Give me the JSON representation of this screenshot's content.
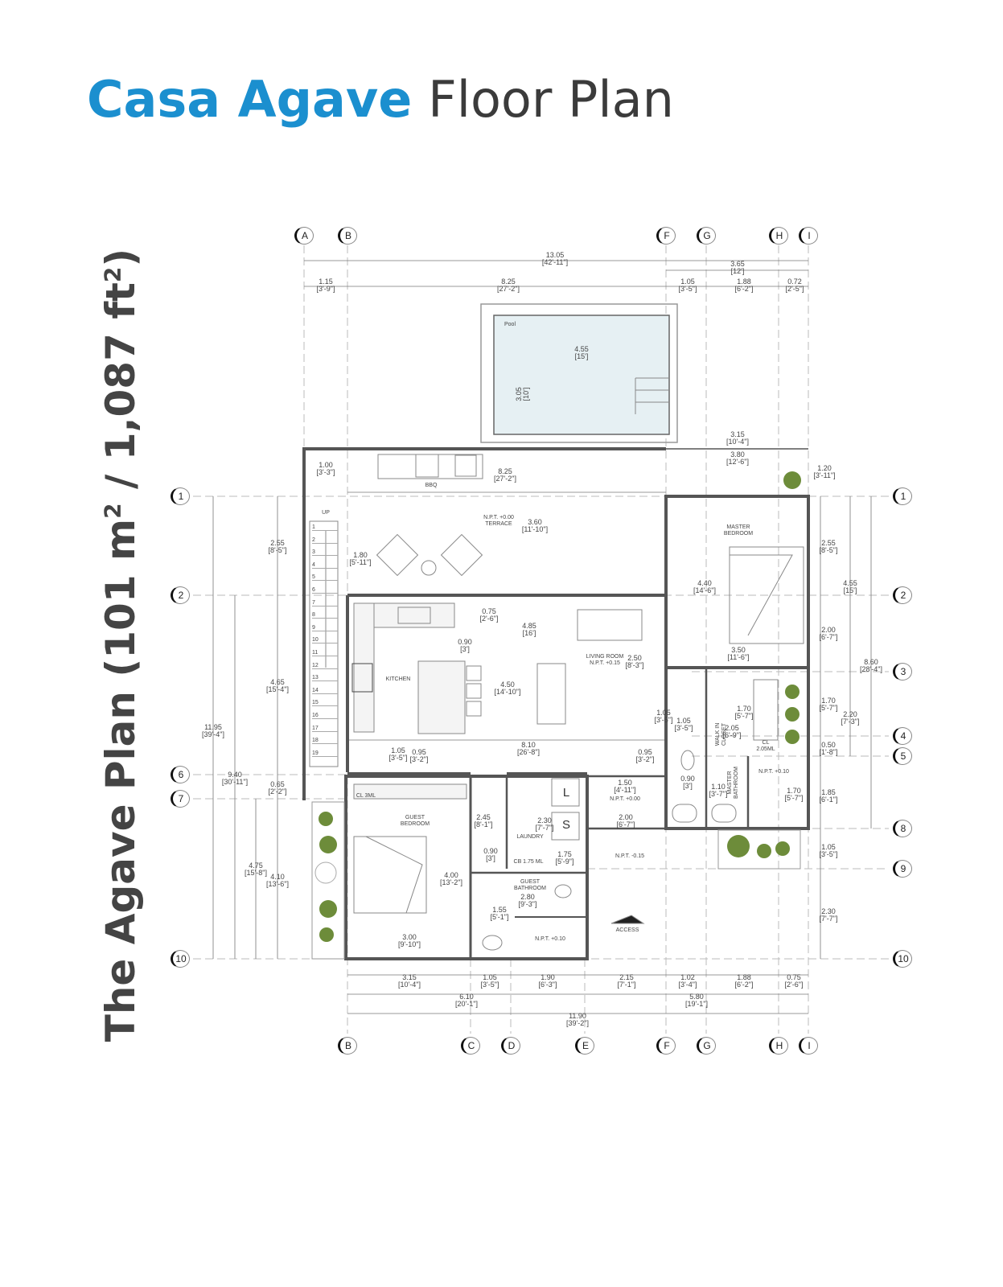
{
  "title": {
    "brand": "Casa Agave",
    "rest": "Floor Plan"
  },
  "side_title": {
    "text": "The Agave Plan (101 m",
    "sq": "2",
    "mid": " / 1,087  ft",
    "sq2": "2",
    "end": ")"
  },
  "grid": {
    "top": [
      "A",
      "B",
      "F",
      "G",
      "H",
      "I"
    ],
    "bottom": [
      "B",
      "C",
      "D",
      "E",
      "F",
      "G",
      "H",
      "I"
    ],
    "left": [
      "1",
      "2",
      "6",
      "7",
      "10"
    ],
    "right": [
      "1",
      "2",
      "3",
      "4",
      "5",
      "8",
      "9",
      "10"
    ]
  },
  "dimensions": [
    [
      "13.05",
      "[42'-11\"]"
    ],
    [
      "3.65",
      "[12']"
    ],
    [
      "1.15",
      "[3'-9\"]"
    ],
    [
      "8.25",
      "[27'-2\"]"
    ],
    [
      "1.05",
      "[3'-5\"]"
    ],
    [
      "1.88",
      "[6'-2\"]"
    ],
    [
      "0.72",
      "[2'-5\"]"
    ],
    [
      "4.55",
      "[15']"
    ],
    [
      "3.05",
      "[10']"
    ],
    [
      "3.15",
      "[10'-4\"]"
    ],
    [
      "3.80",
      "[12'-6\"]"
    ],
    [
      "1.20",
      "[3'-11\"]"
    ],
    [
      "1.00",
      "[3'-3\"]"
    ],
    [
      "8.25",
      "[27'-2\"]"
    ],
    [
      "3.60",
      "[11'-10\"]"
    ],
    [
      "1.80",
      "[5'-11\"]"
    ],
    [
      "2.55",
      "[8'-5\"]"
    ],
    [
      "4.40",
      "[14'-6\"]"
    ],
    [
      "0.75",
      "[2'-6\"]"
    ],
    [
      "4.85",
      "[16']"
    ],
    [
      "0.90",
      "[3']"
    ],
    [
      "3.50",
      "[11'-6\"]"
    ],
    [
      "2.50",
      "[8'-3\"]"
    ],
    [
      "4.50",
      "[14'-10\"]"
    ],
    [
      "4.65",
      "[15'-4\"]"
    ],
    [
      "1.05",
      "[3'-5\"]"
    ],
    [
      "1.05",
      "[3'-5\"]"
    ],
    [
      "1.70",
      "[5'-7\"]"
    ],
    [
      "2.05",
      "[6'-9\"]"
    ],
    [
      "11.95",
      "[39'-4\"]"
    ],
    [
      "8.10",
      "[26'-8\"]"
    ],
    [
      "1.05",
      "[3'-5\"]"
    ],
    [
      "0.95",
      "[3'-2\"]"
    ],
    [
      "0.95",
      "[3'-2\"]"
    ],
    [
      "9.40",
      "[30'-11\"]"
    ],
    [
      "0.65",
      "[2'-2\"]"
    ],
    [
      "1.50",
      "[4'-11\"]"
    ],
    [
      "0.90",
      "[3']"
    ],
    [
      "1.10",
      "[3'-7\"]"
    ],
    [
      "1.70",
      "[5'-7\"]"
    ],
    [
      "2.45",
      "[8'-1\"]"
    ],
    [
      "2.30",
      "[7'-7\"]"
    ],
    [
      "2.00",
      "[6'-7\"]"
    ],
    [
      "0.90",
      "[3']"
    ],
    [
      "1.75",
      "[5'-9\"]"
    ],
    [
      "4.75",
      "[15'-8\"]"
    ],
    [
      "4.10",
      "[13'-6\"]"
    ],
    [
      "4.00",
      "[13'-2\"]"
    ],
    [
      "2.80",
      "[9'-3\"]"
    ],
    [
      "1.55",
      "[5'-1\"]"
    ],
    [
      "3.00",
      "[9'-10\"]"
    ],
    [
      "3.15",
      "[10'-4\"]"
    ],
    [
      "1.05",
      "[3'-5\"]"
    ],
    [
      "1.90",
      "[6'-3\"]"
    ],
    [
      "2.15",
      "[7'-1\"]"
    ],
    [
      "1.02",
      "[3'-4\"]"
    ],
    [
      "1.88",
      "[6'-2\"]"
    ],
    [
      "0.75",
      "[2'-6\"]"
    ],
    [
      "6.10",
      "[20'-1\"]"
    ],
    [
      "5.80",
      "[19'-1\"]"
    ],
    [
      "11.90",
      "[39'-2\"]"
    ],
    [
      "2.55",
      "[8'-5\"]"
    ],
    [
      "4.55",
      "[15']"
    ],
    [
      "2.00",
      "[6'-7\"]"
    ],
    [
      "8.60",
      "[28'-4\"]"
    ],
    [
      "1.70",
      "[5'-7\"]"
    ],
    [
      "2.20",
      "[7'-3\"]"
    ],
    [
      "0.50",
      "[1'-8\"]"
    ],
    [
      "1.85",
      "[6'-1\"]"
    ],
    [
      "1.05",
      "[3'-5\"]"
    ],
    [
      "2.30",
      "[7'-7\"]"
    ]
  ],
  "rooms": {
    "pool": "Pool",
    "bbq": "BBQ",
    "terrace": "N.P.T. +0.00\nTERRACE",
    "master_bedroom": "MASTER\nBEDROOM",
    "kitchen": "KITCHEN",
    "living_room": "LIVING ROOM\nN.P.T. +0.15",
    "walk_in_closet": "WALK IN\nCLOSET",
    "closet_master": "CL\n2.05ML",
    "master_bathroom": "MASTER\nBATHROOM",
    "npt_master_bath": "N.P.T. +0.10",
    "npt_hall": "N.P.T. +0.00",
    "closet_guest": "CL 3ML",
    "guest_bedroom": "GUEST\nBEDROOM",
    "laundry": "LAUNDRY",
    "cabinet": "CB 1.75 ML",
    "guest_bathroom": "GUEST\nBATHROOM",
    "npt_entry": "N.P.T. -0.15",
    "npt_guest_bath": "N.P.T. +0.10",
    "access": "ACCESS",
    "stair_up": "UP",
    "washer": "L",
    "dryer": "S"
  },
  "stair_steps": [
    "1",
    "2",
    "3",
    "4",
    "5",
    "6",
    "7",
    "8",
    "9",
    "10",
    "11",
    "12",
    "13",
    "14",
    "15",
    "16",
    "17",
    "18",
    "19"
  ]
}
